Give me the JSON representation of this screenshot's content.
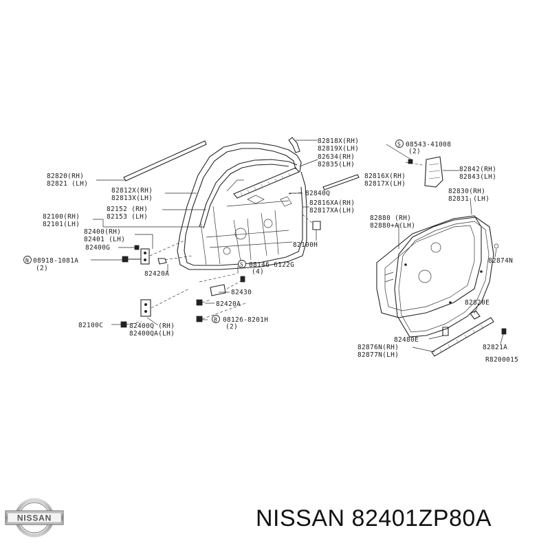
{
  "diagram": {
    "labels": {
      "l82818X": "82818X(RH)",
      "l82819X": "82819X(LH)",
      "l82634": "82634(RH)",
      "l82835": "82835(LH)",
      "l82820": "82820(RH)",
      "l82821": "82821 (LH)",
      "l82812X": "82812X(RH)",
      "l82813X": "82813X(LH)",
      "l82840Q": "82840Q",
      "l82816X": "82816X(RH)",
      "l82817X": "82817X(LH)",
      "l82152": "82152 (RH)",
      "l82153": "82153 (LH)",
      "l82816XA": "82816XA(RH)",
      "l82817XA": "82817XA(LH)",
      "l82100": "82100(RH)",
      "l82101": "82101(LH)",
      "l82400": "82400(RH)",
      "l82401": "82401 (LH)",
      "l82400G": "82400G",
      "l82100H": "82100H",
      "l08918": "08918-1081A",
      "l08918q": "(2)",
      "l08146": "08146-6122G",
      "l08146q": "(4)",
      "l82420A1": "82420A",
      "l82430": "82430",
      "l82420A2": "82420A",
      "l82100C": "82100C",
      "l82400Q": "82400Q (RH)",
      "l82400QA": "82400QA(LH)",
      "l08126": "08126-8201H",
      "l08126q": "(2)",
      "l08543": "08543-41008",
      "l08543q": "(2)",
      "l82842": "82842(RH)",
      "l82843": "82843(LH)",
      "l82830": "82830(RH)",
      "l82831": "82831 (LH)",
      "l82880": "82880 (RH)",
      "l82880A": "82880+A(LH)",
      "l82874N": "82874N",
      "l82820E": "82820E",
      "l82480E": "82480E",
      "l82876N": "82876N(RH)",
      "l82877N": "82877N(LH)",
      "l82821A": "82821A",
      "ref": "R8200015"
    },
    "markers": {
      "n": "N",
      "s": "S",
      "b": "B"
    }
  },
  "footer": {
    "logo_text": "NISSAN",
    "title": "NISSAN 82401ZP80A"
  }
}
